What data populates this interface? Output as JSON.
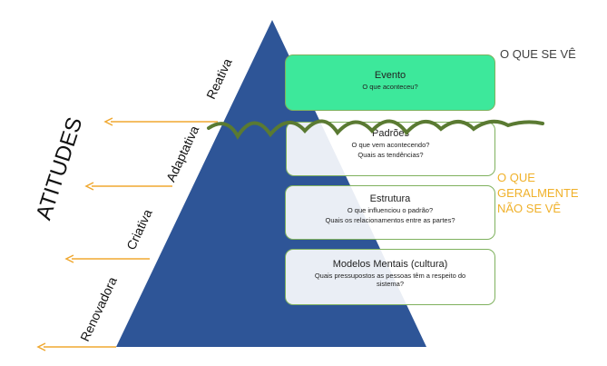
{
  "colors": {
    "pyramid": "#2e5597",
    "arrow": "#f0a830",
    "wave": "#5a7a32",
    "event_box": "#3de89b",
    "box_border": "#7fb15e",
    "hidden_label": "#f0b12a",
    "visible_label": "#404040"
  },
  "left_title": "ATITUDES",
  "attitudes": [
    "Reativa",
    "Adaptativa",
    "Criativa",
    "Renovadora"
  ],
  "levels": [
    {
      "title": "Evento",
      "lines": [
        "O que aconteceu?"
      ]
    },
    {
      "title": "Padrões",
      "lines": [
        "O que vem  acontecendo?",
        "Quais as tendências?"
      ]
    },
    {
      "title": "Estrutura",
      "lines": [
        "O que influenciou o padrão?",
        "Quais os relacionamentos entre as partes?"
      ]
    },
    {
      "title": "Modelos Mentais (cultura)",
      "lines": [
        "Quais pressupostos as pessoas têm a respeito do sistema?"
      ]
    }
  ],
  "visible_label": "O QUE SE VÊ",
  "hidden_label": [
    "O QUE",
    "GERALMENTE",
    "NÃO SE VÊ"
  ]
}
